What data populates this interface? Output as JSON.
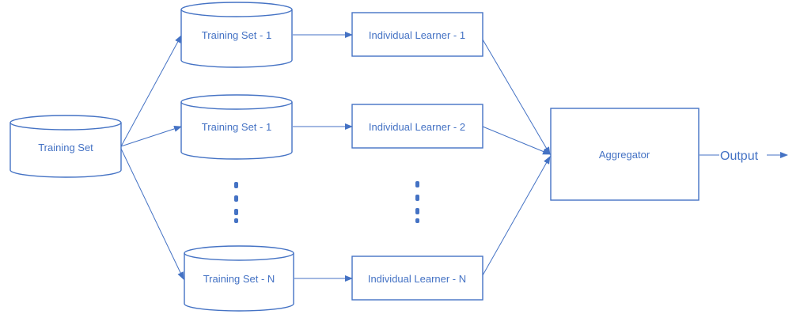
{
  "colors": {
    "accent": "#4472c4"
  },
  "diagram": {
    "source": "Training Set",
    "training_sets": [
      "Training Set - 1",
      "Training Set - 1",
      "Training Set - N"
    ],
    "learners": [
      "Individual Learner - 1",
      "Individual Learner - 2",
      "Individual Learner - N"
    ],
    "aggregator": "Aggregator",
    "output": "Output"
  }
}
